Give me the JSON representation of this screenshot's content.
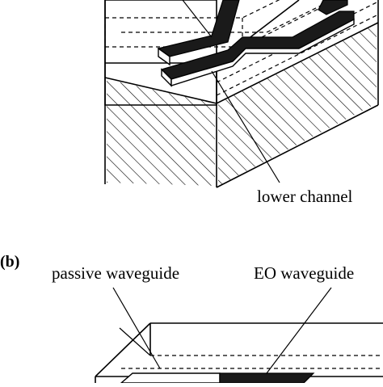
{
  "labels": {
    "lower_channel": "lower channel",
    "panel_b": "(b)",
    "passive_waveguide": "passive waveguide",
    "eo_waveguide": "EO waveguide"
  },
  "colors": {
    "line": "#000000",
    "channel_fill": "#1a1a1a",
    "background": "#ffffff"
  }
}
